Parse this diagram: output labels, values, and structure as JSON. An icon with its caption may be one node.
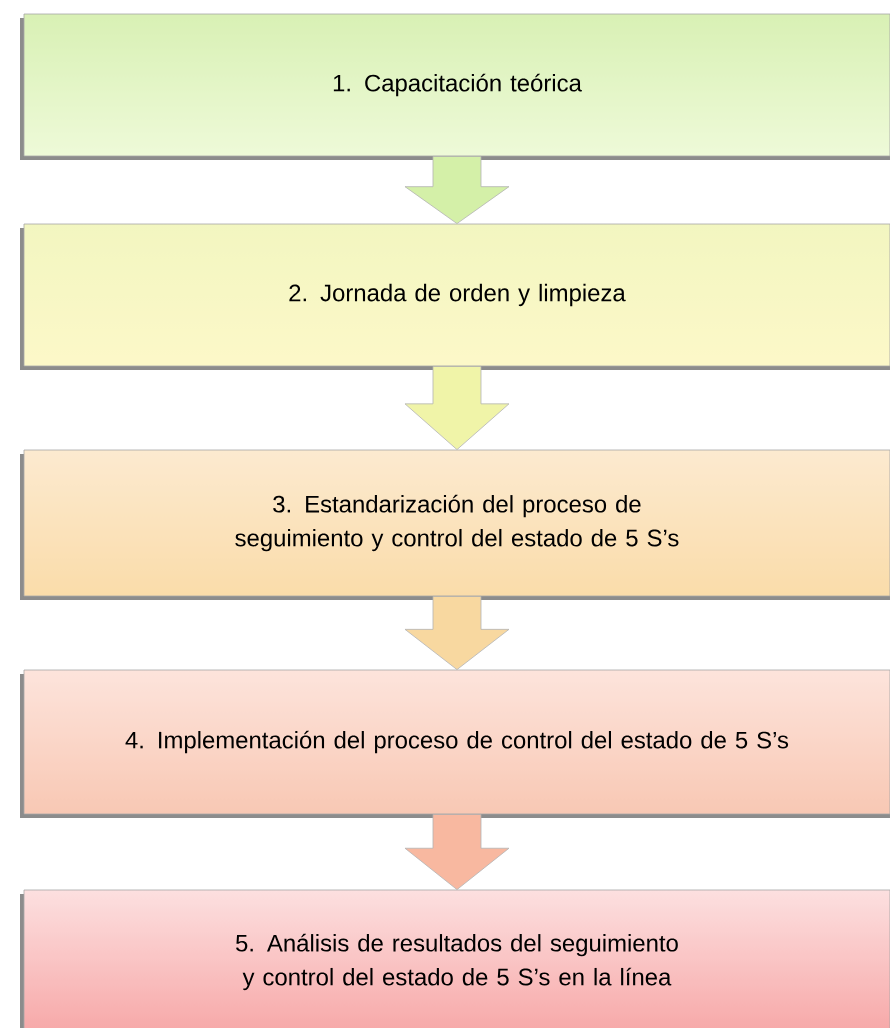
{
  "diagram": {
    "nodes": [
      {
        "text": [
          "1. Capacitación teórica"
        ]
      },
      {
        "text": [
          "2. Jornada de orden y limpieza"
        ]
      },
      {
        "text": [
          "3. Estandarización del proceso de seguimiento y control del estado de 5 S’s"
        ]
      },
      {
        "text": [
          "4. Implementación del proceso de control del estado de 5 S’s"
        ]
      },
      {
        "text": [
          "5. Análisis de resultados del seguimiento y control del estado de 5 S’s en la línea"
        ]
      }
    ],
    "edges": [
      {
        "from": 0,
        "to": 1,
        "arrow": "to",
        "color": "#d4f0a8"
      },
      {
        "from": 1,
        "to": 2,
        "arrow": "to",
        "color": "#f0f4a8"
      },
      {
        "from": 2,
        "to": 3,
        "arrow": "to",
        "color": "#f8d8a0"
      },
      {
        "from": 3,
        "to": 4,
        "arrow": "to",
        "color": "#f8b8a0"
      }
    ]
  }
}
